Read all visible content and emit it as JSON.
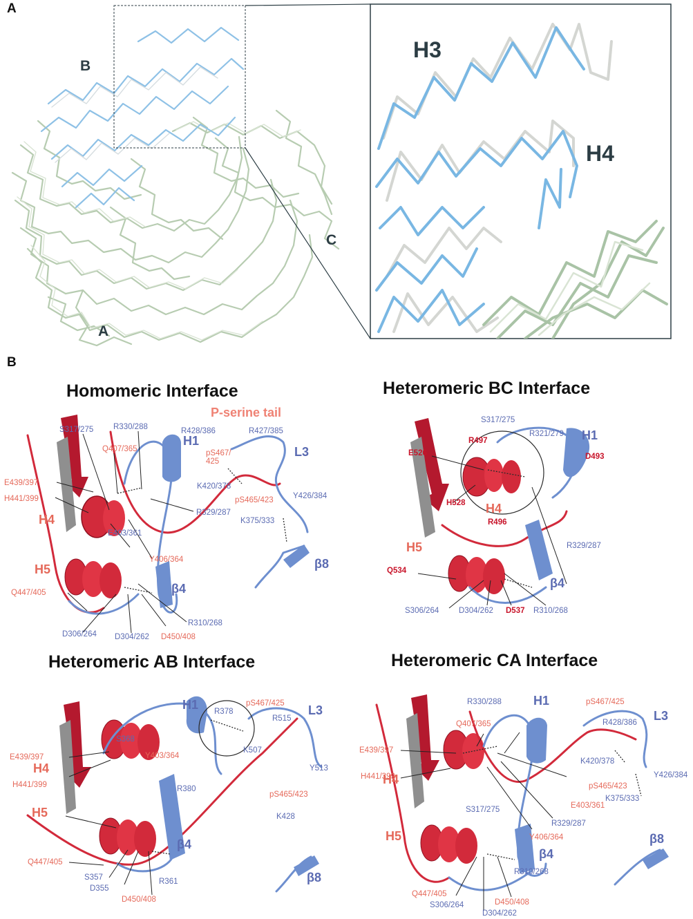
{
  "panel_labels": {
    "a": "A",
    "b": "B"
  },
  "panel_a": {
    "chain_labels": {
      "a": "A",
      "b": "B",
      "c": "C"
    },
    "zoom_labels": {
      "h3": "H3",
      "h4": "H4"
    }
  },
  "homomeric": {
    "title": "Homomeric Interface",
    "tail_label": "P-serine tail",
    "ss": {
      "h1": "H1",
      "h4": "H4",
      "h5": "H5",
      "b4": "β4",
      "b8": "β8",
      "l3": "L3"
    },
    "labels": {
      "s317": "S317/275",
      "r330": "R330/288",
      "q407": "Q407/365",
      "r428": "R428/386",
      "r427": "R427/385",
      "ps467": "pS467/\n425",
      "e439": "E439/397",
      "h441": "H441/399",
      "k420": "K420/378",
      "y426": "Y426/384",
      "ps465": "pS465/423",
      "r329": "R329/287",
      "k375": "K375/333",
      "e403": "E403/361",
      "y406": "Y406/364",
      "q447": "Q447/405",
      "r310": "R310/268",
      "d306": "D306/264",
      "d304": "D304/262",
      "d450": "D450/408"
    }
  },
  "bc": {
    "title": "Heteromeric BC Interface",
    "ss": {
      "h1": "H1",
      "h4": "H4",
      "h5": "H5",
      "b4": "β4"
    },
    "labels": {
      "s317": "S317/275",
      "r321": "R321/279",
      "r497": "R497",
      "e526": "E526",
      "d493": "D493",
      "h528": "H528",
      "r496": "R496",
      "r329": "R329/287",
      "q534": "Q534",
      "s306": "S306/264",
      "d304": "D304/262",
      "d537": "D537",
      "r310": "R310/268"
    }
  },
  "ab": {
    "title": "Heteromeric AB Interface",
    "ss": {
      "h1": "H1",
      "h4": "H4",
      "h5": "H5",
      "b4": "β4",
      "b8": "β8",
      "l3": "L3"
    },
    "labels": {
      "r378": "R378",
      "ps467": "pS467/425",
      "r515": "R515",
      "s368": "S368",
      "e439": "E439/397",
      "y403": "Y403/364",
      "k507": "K507",
      "y513": "Y513",
      "r380": "R380",
      "h441": "H441/399",
      "ps465": "pS465/423",
      "k428": "K428",
      "q447": "Q447/405",
      "s357": "S357",
      "d355": "D355",
      "d450": "D450/408",
      "r361": "R361"
    }
  },
  "ca": {
    "title": "Heteromeric CA Interface",
    "ss": {
      "h1": "H1",
      "h4": "H4",
      "h5": "H5",
      "b4": "β4",
      "b8": "β8",
      "l3": "L3"
    },
    "labels": {
      "r330": "R330/288",
      "ps467": "pS467/425",
      "r428": "R428/386",
      "q407": "Q407/365",
      "e439": "E439/397",
      "k420": "K420/378",
      "y426": "Y426/384",
      "h441": "H441/399",
      "ps465": "pS465/423",
      "e403": "E403/361",
      "s317": "S317/275",
      "k375": "K375/333",
      "r329": "R329/287",
      "y406": "Y406/364",
      "r310": "R310/268",
      "q447": "Q447/405",
      "s306": "S306/264",
      "d450": "D450/408",
      "d304": "D304/262"
    }
  }
}
